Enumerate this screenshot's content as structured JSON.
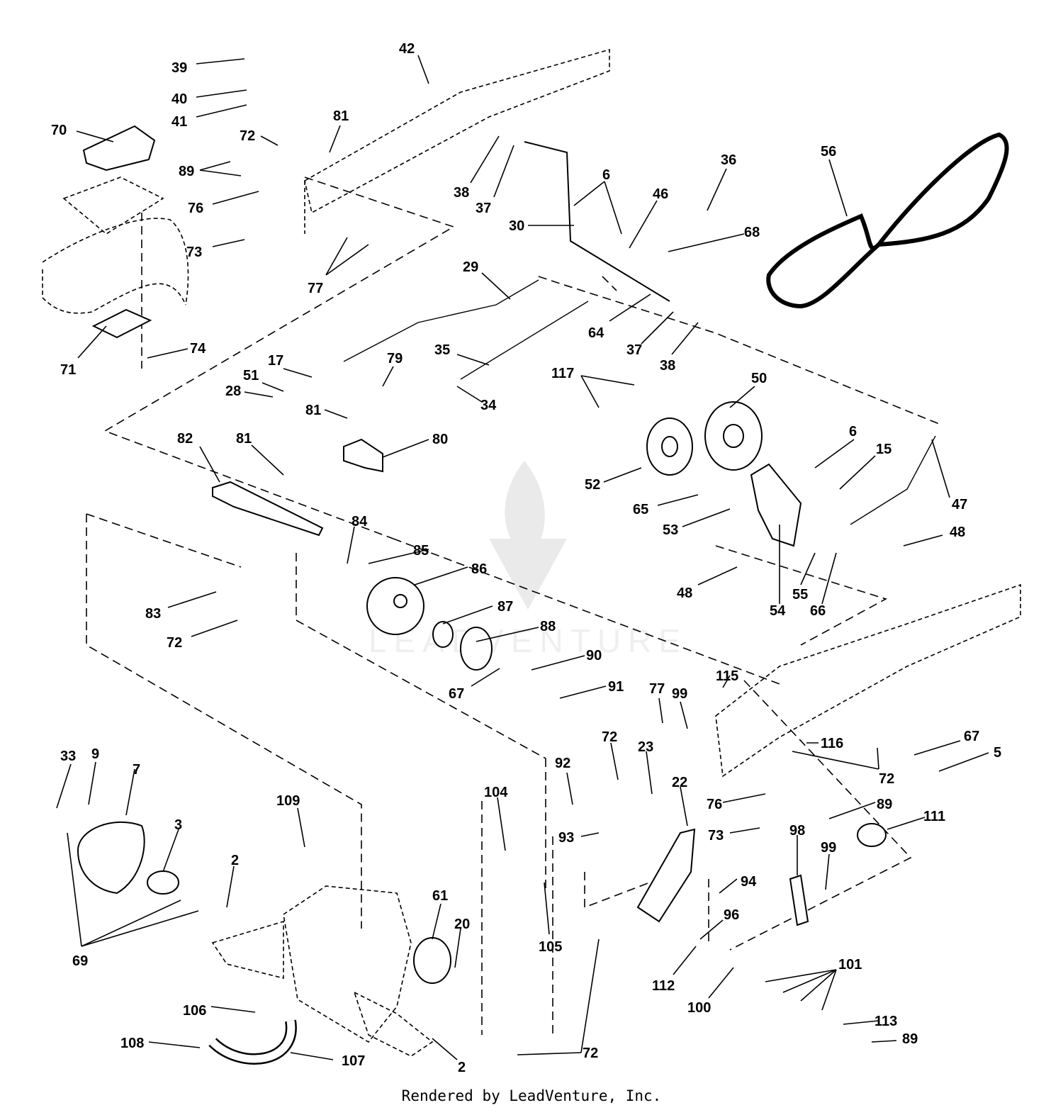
{
  "footer": {
    "credit": "Rendered by LeadVenture, Inc."
  },
  "watermark": {
    "text": "LEADVENTURE"
  },
  "callouts": [
    {
      "id": "c39",
      "label": "39"
    },
    {
      "id": "c40",
      "label": "40"
    },
    {
      "id": "c41",
      "label": "41"
    },
    {
      "id": "c70",
      "label": "70"
    },
    {
      "id": "c42",
      "label": "42"
    },
    {
      "id": "c81a",
      "label": "81"
    },
    {
      "id": "c72a",
      "label": "72"
    },
    {
      "id": "c89a",
      "label": "89"
    },
    {
      "id": "c76a",
      "label": "76"
    },
    {
      "id": "c73a",
      "label": "73"
    },
    {
      "id": "c77a",
      "label": "77"
    },
    {
      "id": "c38a",
      "label": "38"
    },
    {
      "id": "c37a",
      "label": "37"
    },
    {
      "id": "c6a",
      "label": "6"
    },
    {
      "id": "c36",
      "label": "36"
    },
    {
      "id": "c46",
      "label": "46"
    },
    {
      "id": "c56",
      "label": "56"
    },
    {
      "id": "c30",
      "label": "30"
    },
    {
      "id": "c68",
      "label": "68"
    },
    {
      "id": "c29",
      "label": "29"
    },
    {
      "id": "c64",
      "label": "64"
    },
    {
      "id": "c37b",
      "label": "37"
    },
    {
      "id": "c38b",
      "label": "38"
    },
    {
      "id": "c71",
      "label": "71"
    },
    {
      "id": "c74",
      "label": "74"
    },
    {
      "id": "c17",
      "label": "17"
    },
    {
      "id": "c51",
      "label": "51"
    },
    {
      "id": "c28",
      "label": "28"
    },
    {
      "id": "c79",
      "label": "79"
    },
    {
      "id": "c35",
      "label": "35"
    },
    {
      "id": "c34",
      "label": "34"
    },
    {
      "id": "c117",
      "label": "117"
    },
    {
      "id": "c50",
      "label": "50"
    },
    {
      "id": "c81b",
      "label": "81"
    },
    {
      "id": "c82",
      "label": "82"
    },
    {
      "id": "c81c",
      "label": "81"
    },
    {
      "id": "c80",
      "label": "80"
    },
    {
      "id": "c6b",
      "label": "6"
    },
    {
      "id": "c15",
      "label": "15"
    },
    {
      "id": "c52",
      "label": "52"
    },
    {
      "id": "c65",
      "label": "65"
    },
    {
      "id": "c47",
      "label": "47"
    },
    {
      "id": "c53",
      "label": "53"
    },
    {
      "id": "c48a",
      "label": "48"
    },
    {
      "id": "c84",
      "label": "84"
    },
    {
      "id": "c85",
      "label": "85"
    },
    {
      "id": "c86",
      "label": "86"
    },
    {
      "id": "c48b",
      "label": "48"
    },
    {
      "id": "c55",
      "label": "55"
    },
    {
      "id": "c54",
      "label": "54"
    },
    {
      "id": "c66",
      "label": "66"
    },
    {
      "id": "c83",
      "label": "83"
    },
    {
      "id": "c87",
      "label": "87"
    },
    {
      "id": "c72b",
      "label": "72"
    },
    {
      "id": "c88",
      "label": "88"
    },
    {
      "id": "c90",
      "label": "90"
    },
    {
      "id": "c67a",
      "label": "67"
    },
    {
      "id": "c91",
      "label": "91"
    },
    {
      "id": "c115",
      "label": "115"
    },
    {
      "id": "c77b",
      "label": "77"
    },
    {
      "id": "c99a",
      "label": "99"
    },
    {
      "id": "c72c",
      "label": "72"
    },
    {
      "id": "c67b",
      "label": "67"
    },
    {
      "id": "c116",
      "label": "116"
    },
    {
      "id": "c5",
      "label": "5"
    },
    {
      "id": "c23",
      "label": "23"
    },
    {
      "id": "c72d",
      "label": "72"
    },
    {
      "id": "c33",
      "label": "33"
    },
    {
      "id": "c9",
      "label": "9"
    },
    {
      "id": "c7",
      "label": "7"
    },
    {
      "id": "c92",
      "label": "92"
    },
    {
      "id": "c104",
      "label": "104"
    },
    {
      "id": "c22",
      "label": "22"
    },
    {
      "id": "c76b",
      "label": "76"
    },
    {
      "id": "c89b",
      "label": "89"
    },
    {
      "id": "c111",
      "label": "111"
    },
    {
      "id": "c3",
      "label": "3"
    },
    {
      "id": "c109",
      "label": "109"
    },
    {
      "id": "c93",
      "label": "93"
    },
    {
      "id": "c73b",
      "label": "73"
    },
    {
      "id": "c98",
      "label": "98"
    },
    {
      "id": "c99b",
      "label": "99"
    },
    {
      "id": "c2a",
      "label": "2"
    },
    {
      "id": "c94",
      "label": "94"
    },
    {
      "id": "c61",
      "label": "61"
    },
    {
      "id": "c20",
      "label": "20"
    },
    {
      "id": "c96",
      "label": "96"
    },
    {
      "id": "c105",
      "label": "105"
    },
    {
      "id": "c69",
      "label": "69"
    },
    {
      "id": "c101",
      "label": "101"
    },
    {
      "id": "c112",
      "label": "112"
    },
    {
      "id": "c100",
      "label": "100"
    },
    {
      "id": "c106",
      "label": "106"
    },
    {
      "id": "c113",
      "label": "113"
    },
    {
      "id": "c108",
      "label": "108"
    },
    {
      "id": "c107",
      "label": "107"
    },
    {
      "id": "c72e",
      "label": "72"
    },
    {
      "id": "c89c",
      "label": "89"
    },
    {
      "id": "c2b",
      "label": "2"
    }
  ]
}
